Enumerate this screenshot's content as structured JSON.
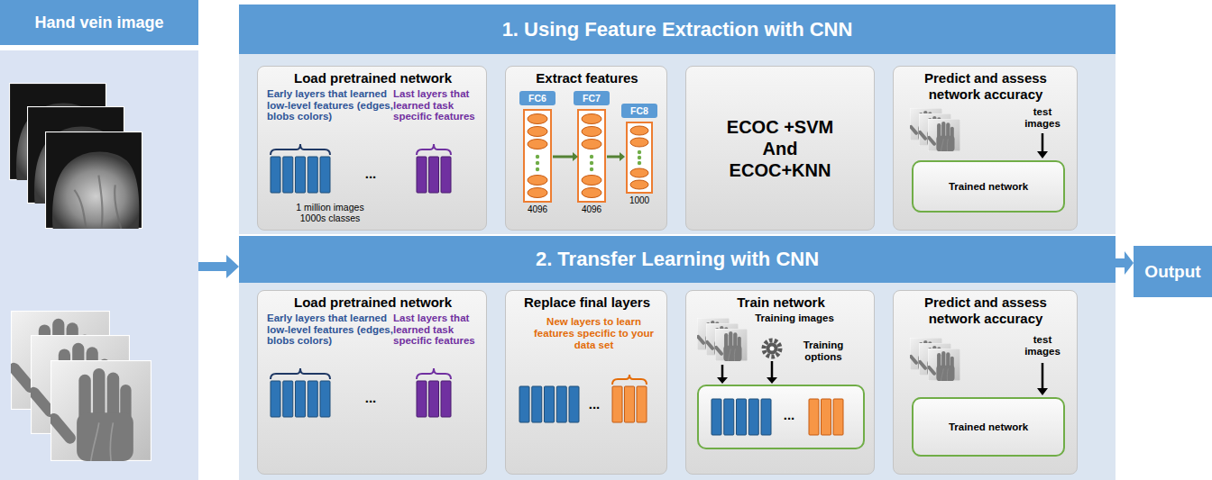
{
  "diagram": {
    "nodes": [
      {
        "text": [
          "Hand vein image"
        ]
      },
      {
        "text": [
          "1. Using Feature Extraction with CNN"
        ]
      },
      {
        "text": [
          "Load pretrained network",
          "Early layers that learned low-level features (edges, blobs colors)",
          "Last layers that learned task specific features",
          "...",
          "1 million images 1000s classes"
        ],
        "in": 1
      },
      {
        "text": [
          "Extract features",
          "FC6",
          "FC7",
          "FC8",
          "4096",
          "4096",
          "1000"
        ],
        "in": 1
      },
      {
        "text": [
          "ECOC +SVM And ECOC+KNN"
        ],
        "in": 1
      },
      {
        "text": [
          "Predict and assess network accuracy",
          "test images"
        ],
        "in": 1
      },
      {
        "text": [
          "Trained network"
        ],
        "in": 5
      },
      {
        "text": [
          "2. Transfer Learning with CNN"
        ]
      },
      {
        "text": [
          "Load pretrained network",
          "Early layers that learned low-level features (edges, blobs colors)",
          "Last layers that learned task specific features",
          "..."
        ],
        "in": 7
      },
      {
        "text": [
          "Replace final layers",
          "New layers to learn features specific to your data set",
          "..."
        ],
        "in": 7
      },
      {
        "text": [
          "Train network",
          "Training images",
          "Training options"
        ],
        "in": 7
      },
      {
        "text": [
          "..."
        ],
        "in": 10
      },
      {
        "text": [
          "Predict and assess network accuracy",
          "test images"
        ],
        "in": 7
      },
      {
        "text": [
          "Trained network"
        ],
        "in": 12
      },
      {
        "text": [
          "Output"
        ]
      }
    ],
    "edges": [
      {
        "from": 0,
        "to": 7,
        "arrow": "to"
      },
      {
        "from": 2,
        "to": 3,
        "arrow": "to"
      },
      {
        "from": 3,
        "to": 4,
        "arrow": "to"
      },
      {
        "from": 4,
        "to": 5,
        "arrow": "to"
      },
      {
        "from": 8,
        "to": 9,
        "arrow": "to"
      },
      {
        "from": 9,
        "to": 10,
        "arrow": "to"
      },
      {
        "from": 10,
        "to": 12,
        "arrow": "to"
      },
      {
        "from": 7,
        "to": 14,
        "arrow": "to"
      }
    ]
  }
}
